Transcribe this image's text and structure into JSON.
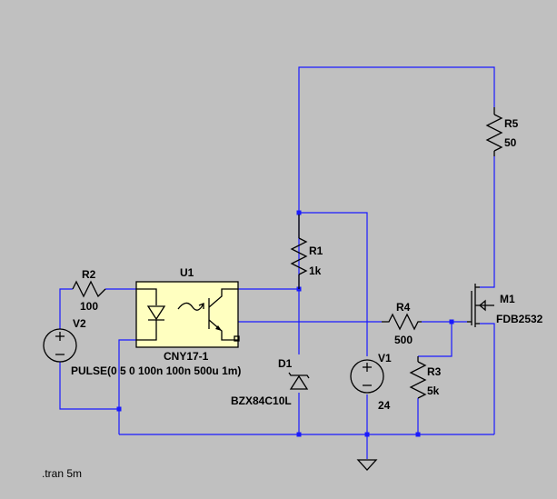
{
  "components": {
    "R1": {
      "name": "R1",
      "value": "1k"
    },
    "R2": {
      "name": "R2",
      "value": "100"
    },
    "R3": {
      "name": "R3",
      "value": "5k"
    },
    "R4": {
      "name": "R4",
      "value": "500"
    },
    "R5": {
      "name": "R5",
      "value": "50"
    },
    "U1": {
      "name": "U1",
      "value": "CNY17-1"
    },
    "D1": {
      "name": "D1",
      "value": "BZX84C10L"
    },
    "M1": {
      "name": "M1",
      "value": "FDB2532"
    },
    "V1": {
      "name": "V1",
      "value": "24"
    },
    "V2": {
      "name": "V2",
      "value": "PULSE(0 5 0 100n 100n 500u 1m)"
    }
  },
  "directive": ".tran 5m",
  "colors": {
    "background": "#c0c0c0",
    "wire": "#1a1aff",
    "component": "#000000",
    "optocoupler_fill": "#ffffc0"
  }
}
